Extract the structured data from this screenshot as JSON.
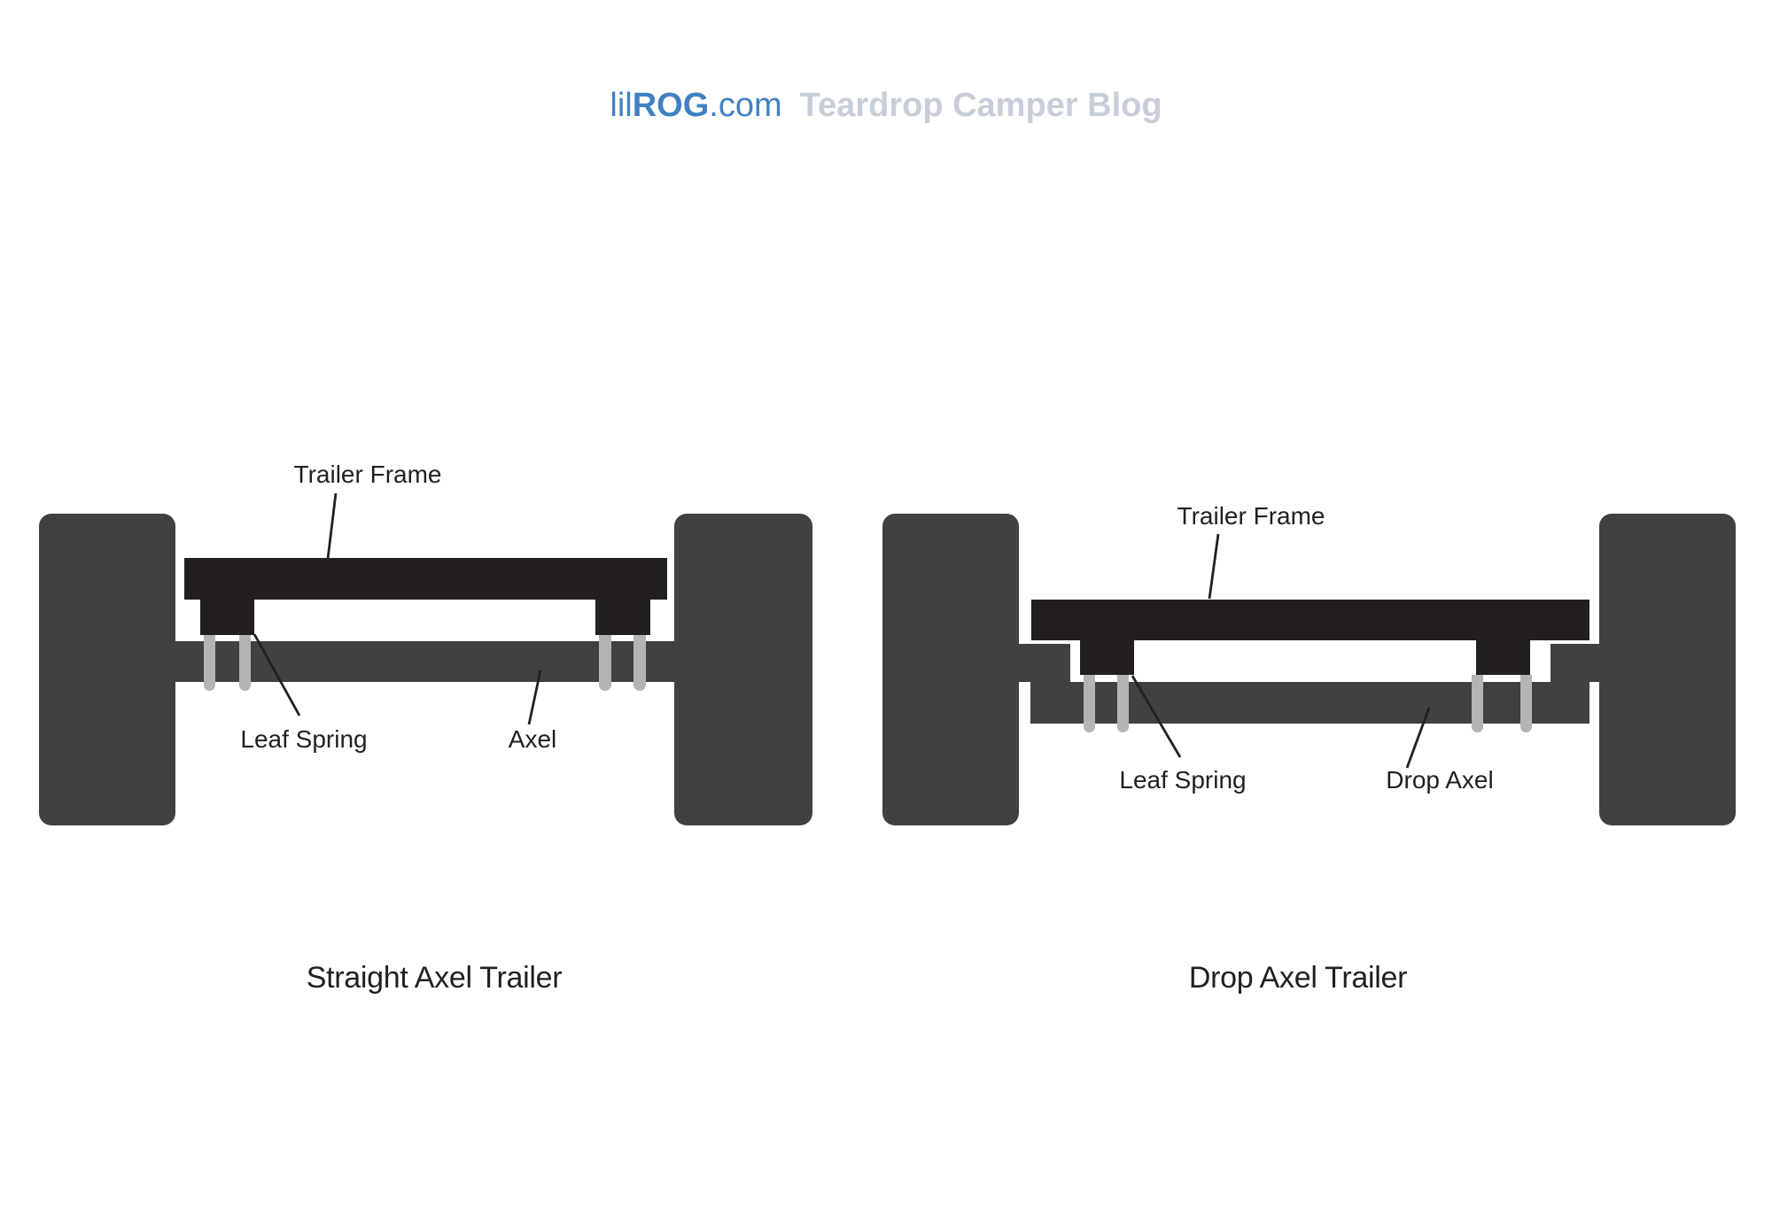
{
  "header": {
    "brand_prefix": "lil",
    "brand_bold": "ROG",
    "brand_suffix": ".com",
    "blog_title": "Teardrop Camper Blog"
  },
  "diagrams": {
    "straight": {
      "caption": "Straight Axel Trailer",
      "labels": {
        "frame": "Trailer Frame",
        "spring": "Leaf Spring",
        "axle": "Axel"
      }
    },
    "drop": {
      "caption": "Drop Axel Trailer",
      "labels": {
        "frame": "Trailer Frame",
        "spring": "Leaf Spring",
        "axle": "Drop Axel"
      }
    }
  },
  "colors": {
    "brand_blue": "#4181c2",
    "title_gray_blue": "#c7ced9",
    "ink_black": "#231f20",
    "steel_gray": "#414042",
    "shackle_gray": "#b2b4b6",
    "background": "#ffffff"
  }
}
